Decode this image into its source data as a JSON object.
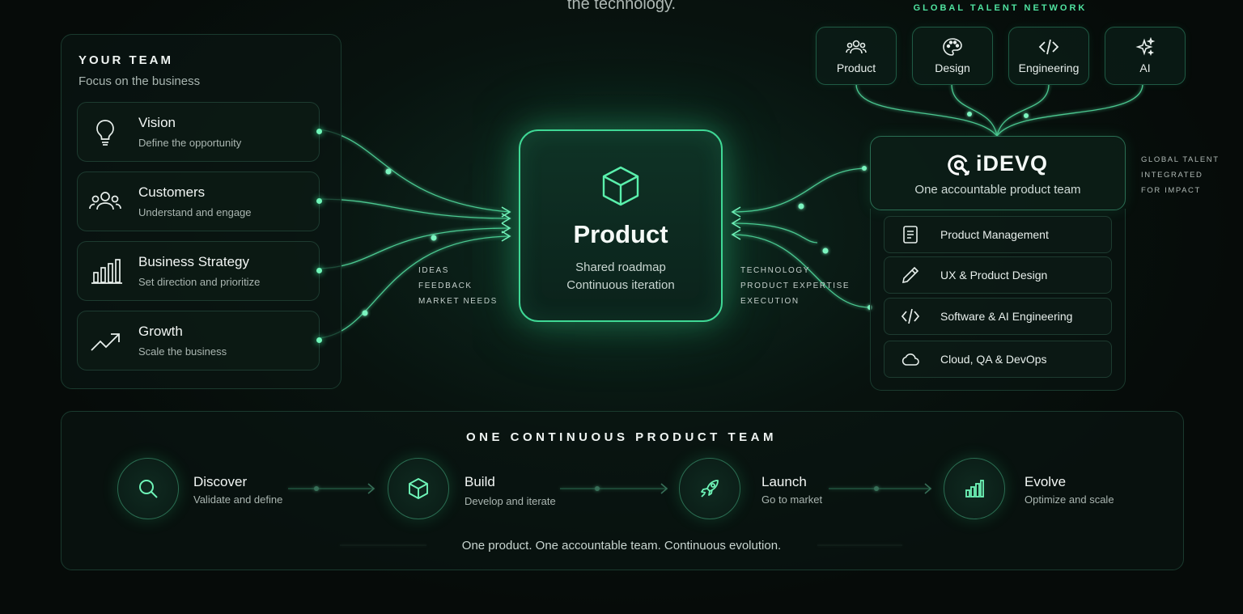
{
  "header": {
    "top_text": "the technology.",
    "global_talent_network": "GLOBAL TALENT NETWORK"
  },
  "talent_chips": [
    {
      "label": "Product",
      "icon": "users-icon"
    },
    {
      "label": "Design",
      "icon": "palette-icon"
    },
    {
      "label": "Engineering",
      "icon": "code-icon"
    },
    {
      "label": "AI",
      "icon": "sparkles-icon"
    }
  ],
  "your_team": {
    "title": "YOUR TEAM",
    "subtitle": "Focus on the business",
    "cards": [
      {
        "title": "Vision",
        "sub": "Define the opportunity",
        "icon": "lightbulb-icon"
      },
      {
        "title": "Customers",
        "sub": "Understand and engage",
        "icon": "users-icon"
      },
      {
        "title": "Business Strategy",
        "sub": "Set direction and prioritize",
        "icon": "bar-chart-icon"
      },
      {
        "title": "Growth",
        "sub": "Scale the business",
        "icon": "trend-up-icon"
      }
    ]
  },
  "inputs_left": [
    "IDEAS",
    "FEEDBACK",
    "MARKET NEEDS"
  ],
  "product": {
    "title": "Product",
    "line1": "Shared roadmap",
    "line2": "Continuous iteration",
    "icon": "cube-icon"
  },
  "inputs_right": [
    "TECHNOLOGY",
    "PRODUCT EXPERTISE",
    "EXECUTION"
  ],
  "idevq": {
    "name": "iDEVQ",
    "subtitle": "One accountable product team",
    "services": [
      {
        "label": "Product Management",
        "icon": "document-icon"
      },
      {
        "label": "UX & Product Design",
        "icon": "pencil-icon"
      },
      {
        "label": "Software & AI Engineering",
        "icon": "code-icon"
      },
      {
        "label": "Cloud, QA & DevOps",
        "icon": "cloud-icon"
      }
    ]
  },
  "global_talent_note": [
    "GLOBAL TALENT",
    "INTEGRATED",
    "FOR IMPACT"
  ],
  "bottom": {
    "title": "ONE CONTINUOUS PRODUCT TEAM",
    "steps": [
      {
        "title": "Discover",
        "sub": "Validate and define",
        "icon": "search-icon"
      },
      {
        "title": "Build",
        "sub": "Develop and iterate",
        "icon": "cube-icon"
      },
      {
        "title": "Launch",
        "sub": "Go to market",
        "icon": "rocket-icon"
      },
      {
        "title": "Evolve",
        "sub": "Optimize and scale",
        "icon": "bar-chart-icon"
      }
    ],
    "tagline": "One product. One accountable team. Continuous evolution."
  },
  "colors": {
    "accent": "#3ef0a0",
    "background": "#060b09",
    "panel_border": "#1a3a2e"
  }
}
